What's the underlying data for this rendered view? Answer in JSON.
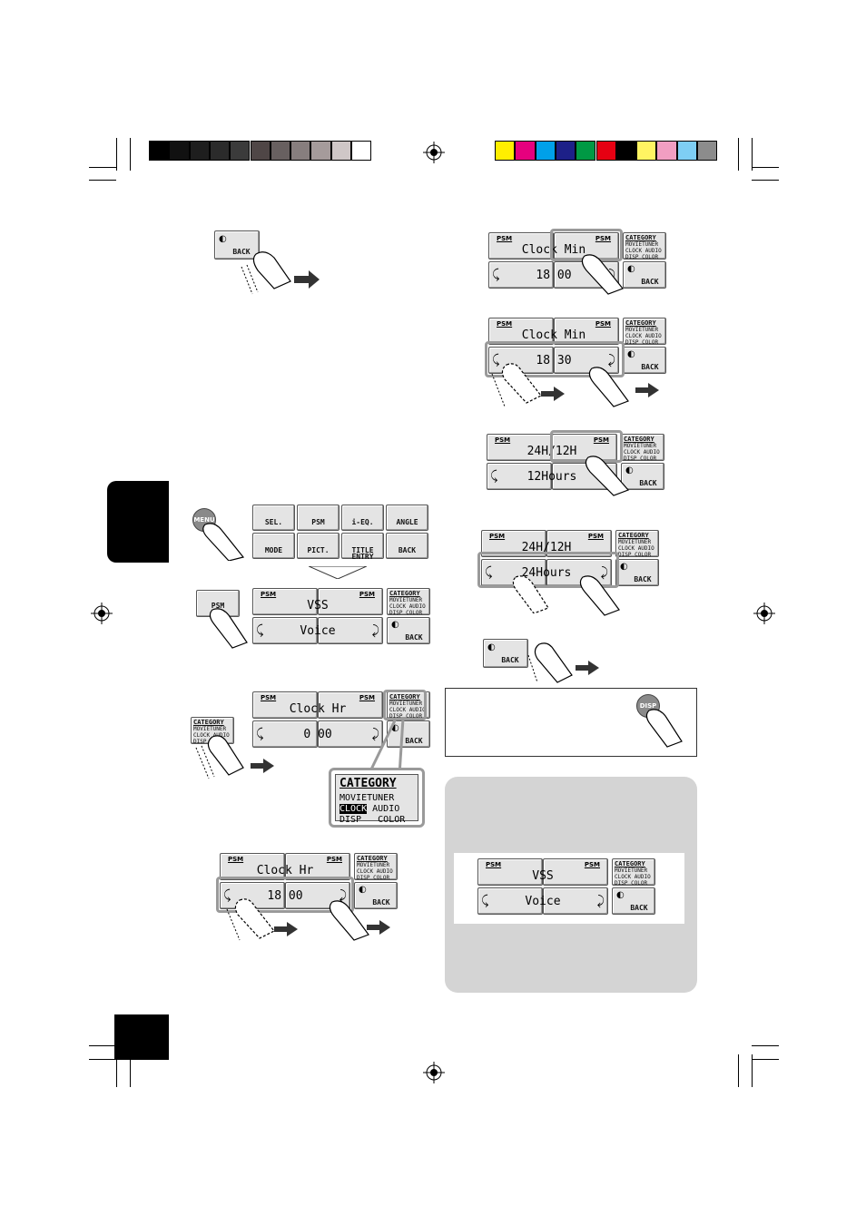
{
  "colors": {
    "gray_scale": [
      "#000000",
      "#111111",
      "#1e1e1e",
      "#2b2b2b",
      "#3b3b3b",
      "#4f4646",
      "#686060",
      "#877e7e",
      "#a59b9b",
      "#cfc7c7",
      "#ffffff"
    ],
    "color_bar": [
      "#ffee00",
      "#e6007e",
      "#00a0e9",
      "#1d2088",
      "#009944",
      "#e60012",
      "#000000",
      "#fff462",
      "#f19ec2",
      "#7ecef4",
      "#8c8c8c"
    ],
    "card_bg": "#d4d4d4"
  },
  "buttons": {
    "back": "BACK",
    "menu": "MENU",
    "psm": "PSM",
    "disp": "DISP",
    "category": "CATEGORY"
  },
  "menu_grid": [
    {
      "label": "SEL."
    },
    {
      "label": "PSM"
    },
    {
      "label": "i-EQ."
    },
    {
      "label": "ANGLE"
    },
    {
      "label": "MODE"
    },
    {
      "label": "PICT."
    },
    {
      "label": "TITLE ENTRY"
    },
    {
      "label": "BACK"
    }
  ],
  "category_list": {
    "title": "CATEGORY",
    "row1": [
      "MOVIE",
      "TUNER"
    ],
    "row2": [
      "CLOCK",
      "AUDIO"
    ],
    "row3": [
      "DISP",
      "COLOR"
    ]
  },
  "screens": {
    "vss": {
      "top": "VSS",
      "bottom": "Voice"
    },
    "clock_hr_0": {
      "top": "Clock Hr",
      "bottom": "0 00"
    },
    "clock_hr_18": {
      "top": "Clock Hr",
      "bottom": "18 00"
    },
    "clock_min_00": {
      "top": "Clock Min",
      "bottom": "18 00"
    },
    "clock_min_30": {
      "top": "Clock Min",
      "bottom": "18 30"
    },
    "h12": {
      "top": "24H/12H",
      "bottom": "12Hours"
    },
    "h24": {
      "top": "24H/12H",
      "bottom": "24Hours"
    },
    "final": {
      "top": "VSS",
      "bottom": "Voice"
    }
  }
}
